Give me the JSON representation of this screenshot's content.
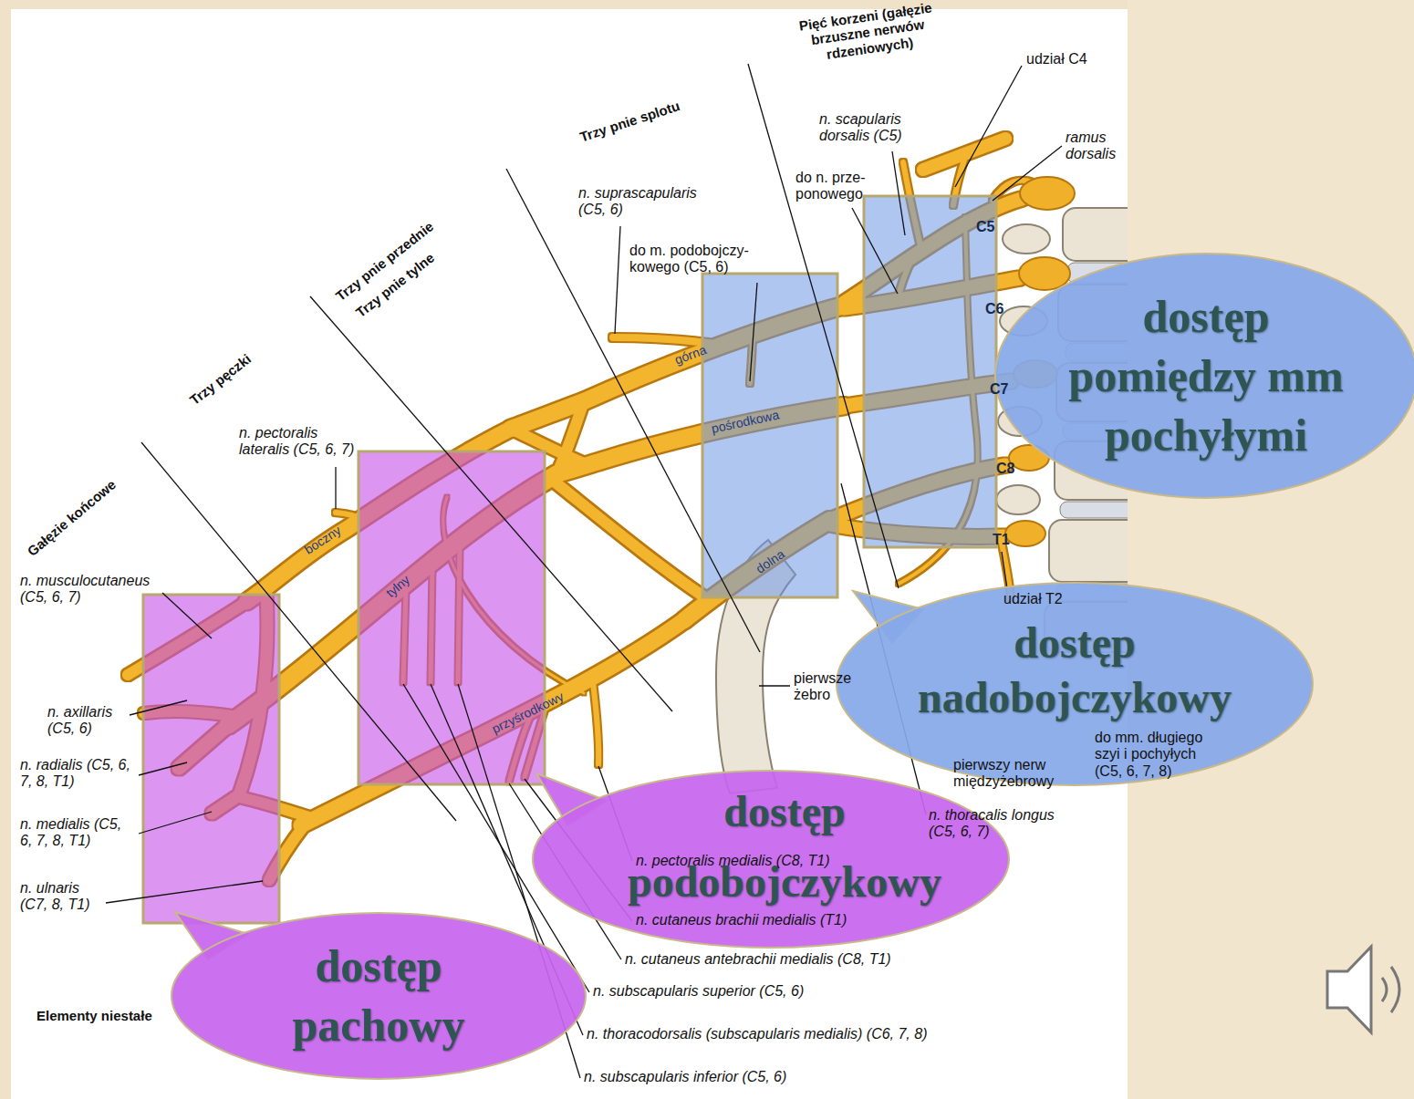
{
  "diagram": {
    "nodes": [
      {
        "text": [
          "dostęp pomiędzy mm pochyłymi"
        ]
      },
      {
        "text": [
          "dostęp nadobojczykowy"
        ]
      },
      {
        "text": [
          "dostęp podobojczykowy"
        ]
      },
      {
        "text": [
          "dostęp pachowy"
        ]
      }
    ],
    "labels": [
      "Pięć korzeni (gałęzie brzuszne nerwów rdzeniowych)",
      "udział C4",
      "ramus dorsalis",
      "n. scapularis dorsalis (C5)",
      "do n. prze- ponowego",
      "Trzy pnie splotu",
      "n. suprascapularis (C5, 6)",
      "do m. podobojczy- kowego (C5, 6)",
      "Trzy pnie przednie",
      "Trzy pnie tylne",
      "Trzy pęczki",
      "Gałęzie końcowe",
      "C5",
      "C6",
      "C7",
      "C8",
      "T1",
      "górna",
      "pośrodkowa",
      "dolna",
      "boczny",
      "tylny",
      "przyśrodkowy",
      "n. pectoralis lateralis (C5, 6, 7)",
      "n. musculocutaneus (C5, 6, 7)",
      "n. axillaris (C5, 6)",
      "n. radialis (C5, 6, 7, 8, T1)",
      "n. medialis (C5, 6, 7, 8, T1)",
      "n. ulnaris (C7, 8, T1)",
      "udział T2",
      "do mm. długiego szyi i pochyłych (C5, 6, 7, 8)",
      "pierwsze żebro",
      "pierwszy nerw międzyżebrowy",
      "n. thoracalis longus (C5, 6, 7)",
      "n. pectoralis medialis (C8, T1)",
      "n. cutaneus brachii medialis (T1)",
      "n. cutaneus antebrachii medialis (C8, T1)",
      "n. subscapularis superior (C5, 6)",
      "n. thoracodorsalis (subscapularis medialis) (C6, 7, 8)",
      "n. subscapularis inferior (C5, 6)",
      "Elementy niestałe"
    ]
  }
}
